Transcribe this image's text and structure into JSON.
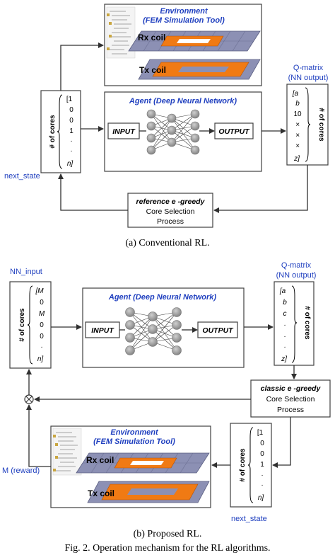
{
  "section_a": {
    "environment_title": "Environment",
    "environment_subtitle": "(FEM Simulation Tool)",
    "rx_label": "Rx coil",
    "tx_label": "Tx coil",
    "agent_title": "Agent (Deep Neural Network)",
    "input_label": "INPUT",
    "output_label": "OUTPUT",
    "state_axis_label": "# of cores",
    "state_vector": [
      "[1",
      "0",
      "0",
      "1",
      "·",
      "·",
      "n]"
    ],
    "next_state_label": "next_state",
    "qmatrix_title": "Q-matrix",
    "qmatrix_subtitle": "(NN output)",
    "qmatrix_vector": [
      "[a",
      "b",
      "10",
      "×",
      "×",
      "×",
      "z]"
    ],
    "q_axis_label": "# of cores",
    "selection_line1": "reference e -greedy",
    "selection_line2": "Core Selection",
    "selection_line3": "Process",
    "caption": "(a) Conventional RL."
  },
  "section_b": {
    "nn_input_label": "NN_input",
    "input_axis_label": "# of cores",
    "input_vector": [
      "[M",
      "0",
      "M",
      "0",
      "0",
      "·",
      "n]"
    ],
    "agent_title": "Agent (Deep Neural Network)",
    "input_label": "INPUT",
    "output_label": "OUTPUT",
    "qmatrix_title": "Q-matrix",
    "qmatrix_subtitle": "(NN output)",
    "qmatrix_vector": [
      "[a",
      "b",
      "c",
      "·",
      "·",
      "·",
      "z]"
    ],
    "q_axis_label": "# of cores",
    "selection_line1": "classic e -greedy",
    "selection_line2": "Core Selection",
    "selection_line3": "Process",
    "multiply_symbol": "⊗",
    "reward_label": "M (reward)",
    "environment_title": "Environment",
    "environment_subtitle": "(FEM Simulation Tool)",
    "rx_label": "Rx coil",
    "tx_label": "Tx coil",
    "state_axis_label": "# of cores",
    "state_vector": [
      "[1",
      "0",
      "0",
      "1",
      "·",
      "·",
      "n]"
    ],
    "next_state_label": "next_state",
    "caption": "(b) Proposed RL."
  },
  "figure_caption": "Fig. 2. Operation mechanism for the RL algorithms.",
  "colors": {
    "accent_blue": "#1f3fbf",
    "coil_orange": "#f07a14",
    "core_gray": "#8c90b4"
  }
}
